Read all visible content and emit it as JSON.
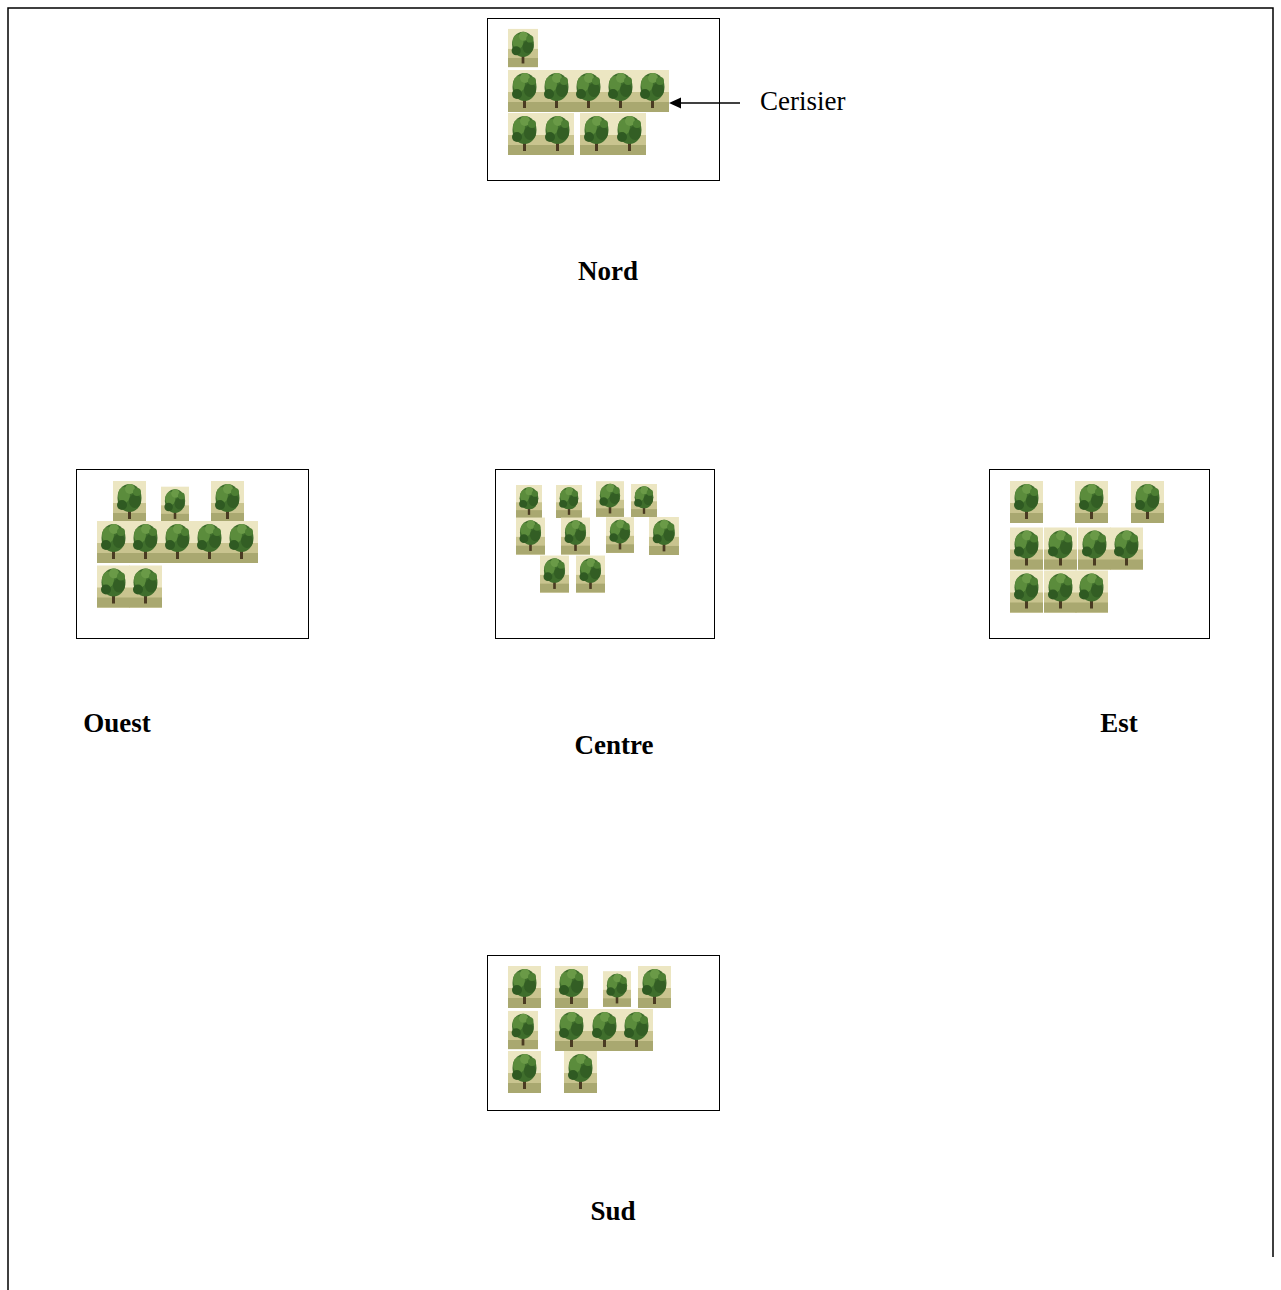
{
  "diagram": {
    "nodes": [
      {
        "text": [
          "Nord"
        ]
      },
      {
        "text": [
          "Ouest"
        ]
      },
      {
        "text": [
          "Centre"
        ]
      },
      {
        "text": [
          "Est"
        ]
      },
      {
        "text": [
          "Sud"
        ]
      }
    ],
    "labels": [
      "Cerisier"
    ]
  }
}
